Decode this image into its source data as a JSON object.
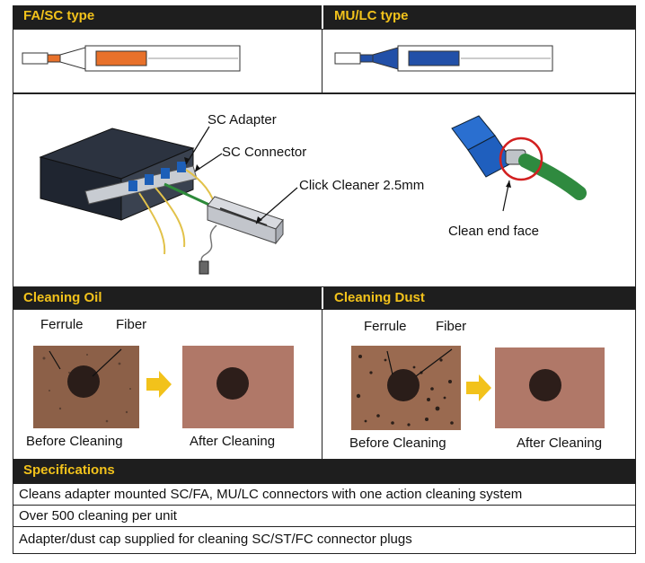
{
  "type_panels": {
    "fa_sc": {
      "title": "FA/SC type",
      "color": "#e8712a"
    },
    "mu_lc": {
      "title": "MU/LC type",
      "color": "#2250a8"
    }
  },
  "diagram": {
    "sc_adapter": "SC Adapter",
    "sc_connector": "SC Connector",
    "click_cleaner": "Click Cleaner 2.5mm",
    "clean_end_face": "Clean end face"
  },
  "cleaning_oil": {
    "title": "Cleaning Oil",
    "ferrule": "Ferrule",
    "fiber": "Fiber",
    "before": "Before Cleaning",
    "after": "After Cleaning"
  },
  "cleaning_dust": {
    "title": "Cleaning Dust",
    "ferrule": "Ferrule",
    "fiber": "Fiber",
    "before": "Before Cleaning",
    "after": "After Cleaning"
  },
  "specifications": {
    "title": "Specifications",
    "rows": [
      "Cleans adapter mounted SC/FA, MU/LC connectors with one action cleaning system",
      "Over 500 cleaning per unit",
      "Adapter/dust cap supplied for cleaning SC/ST/FC connector plugs"
    ]
  }
}
